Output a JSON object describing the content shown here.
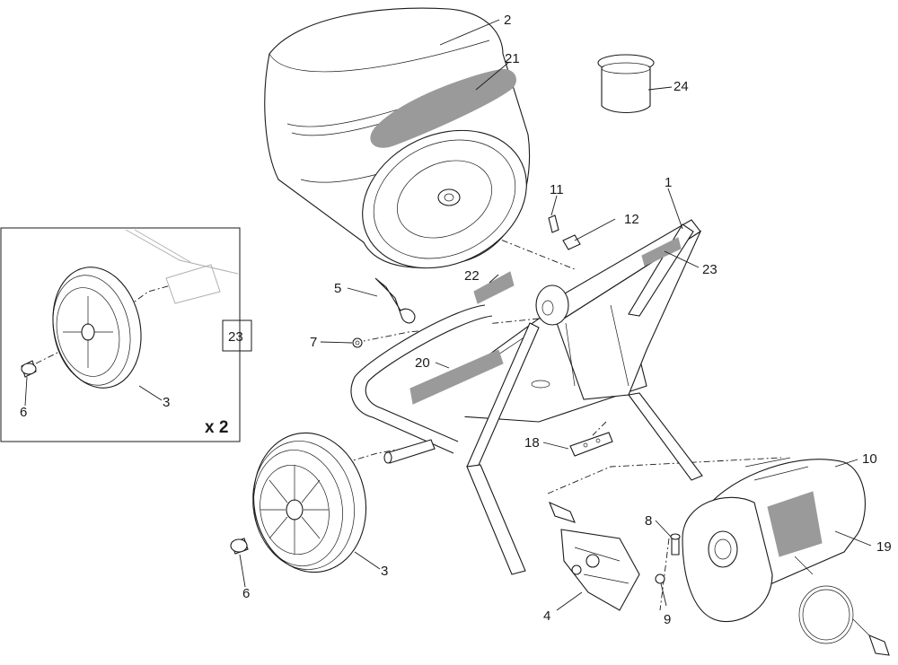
{
  "callouts": {
    "c1": "1",
    "c2": "2",
    "c3_main": "3",
    "c3_inset": "3",
    "c4": "4",
    "c5": "5",
    "c6_main": "6",
    "c6_inset": "6",
    "c7": "7",
    "c8": "8",
    "c9": "9",
    "c10": "10",
    "c11": "11",
    "c12": "12",
    "c18": "18",
    "c19": "19",
    "c20": "20",
    "c21": "21",
    "c22": "22",
    "c23_frame": "23",
    "c23_inset_box": "23",
    "c24": "24"
  },
  "inset": {
    "multiplier": "x 2"
  },
  "colors": {
    "line": "#1a1a1a",
    "label_fill": "#9a9a9a",
    "ghost": "#b0b0b0"
  }
}
